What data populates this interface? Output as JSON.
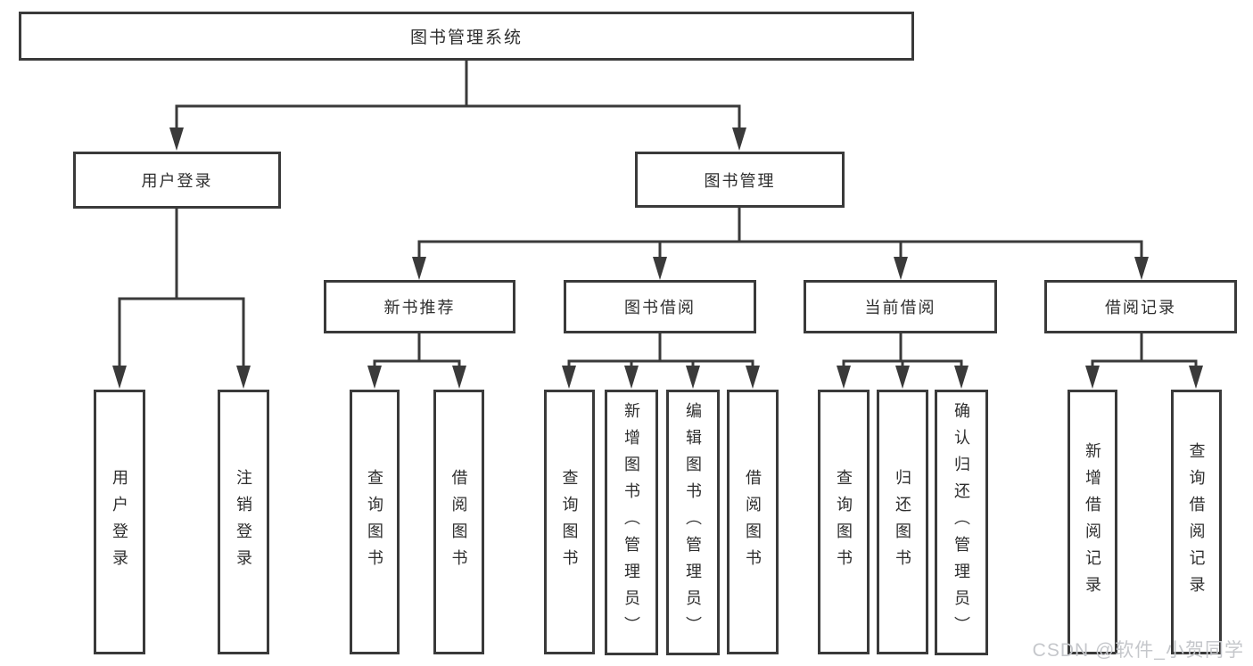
{
  "diagram": {
    "type": "hierarchy",
    "colors": {
      "line": "#3a3a3a",
      "box_border": "#3a3a3a",
      "box_fill": "#ffffff",
      "text": "#2e2e2e",
      "background": "#ffffff",
      "watermark_text": "#c5c7cb"
    },
    "tree": {
      "root": "图书管理系统",
      "branches": [
        {
          "label": "用户登录",
          "children": [
            "用户登录",
            "注销登录"
          ]
        },
        {
          "label": "图书管理",
          "sections": [
            {
              "label": "新书推荐",
              "children": [
                "查询图书",
                "借阅图书"
              ]
            },
            {
              "label": "图书借阅",
              "children": [
                "查询图书",
                "新增图书（管理员）",
                "编辑图书（管理员）",
                "借阅图书"
              ]
            },
            {
              "label": "当前借阅",
              "children": [
                "查询图书",
                "归还图书",
                "确认归还（管理员）"
              ]
            },
            {
              "label": "借阅记录",
              "children": [
                "新增借阅记录",
                "查询借阅记录"
              ]
            }
          ]
        }
      ]
    },
    "watermark": "CSDN @软件_小贺同学"
  }
}
